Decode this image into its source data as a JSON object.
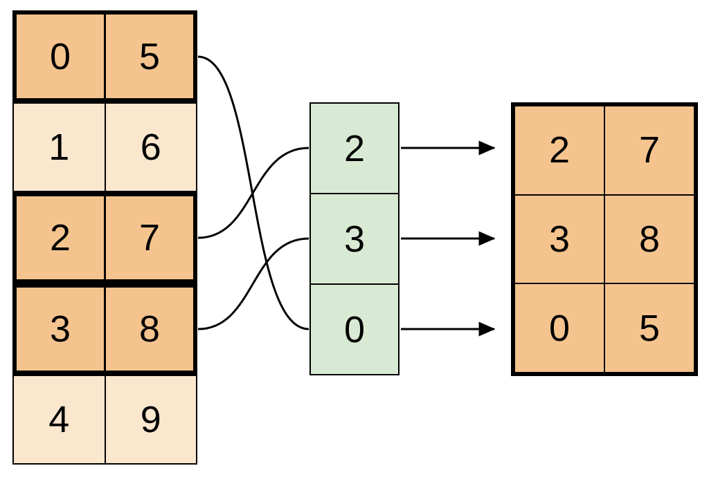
{
  "colors": {
    "highlight_fill": "#F5C48E",
    "light_fill": "#FBE6CE",
    "index_fill": "#D8EAD3",
    "line": "#000000"
  },
  "source_table": {
    "rows": [
      {
        "cells": [
          "0",
          "5"
        ],
        "highlighted": true
      },
      {
        "cells": [
          "1",
          "6"
        ],
        "highlighted": false
      },
      {
        "cells": [
          "2",
          "7"
        ],
        "highlighted": true
      },
      {
        "cells": [
          "3",
          "8"
        ],
        "highlighted": true
      },
      {
        "cells": [
          "4",
          "9"
        ],
        "highlighted": false
      }
    ]
  },
  "index_table": {
    "values": [
      "2",
      "3",
      "0"
    ]
  },
  "result_table": {
    "rows": [
      {
        "cells": [
          "2",
          "7"
        ]
      },
      {
        "cells": [
          "3",
          "8"
        ]
      },
      {
        "cells": [
          "0",
          "5"
        ]
      }
    ]
  },
  "connections": {
    "source_to_index": [
      {
        "source_row": 0,
        "index_position": 2
      },
      {
        "source_row": 2,
        "index_position": 0
      },
      {
        "source_row": 3,
        "index_position": 1
      }
    ],
    "index_to_result": [
      {
        "index_position": 0,
        "result_row": 0
      },
      {
        "index_position": 1,
        "result_row": 1
      },
      {
        "index_position": 2,
        "result_row": 2
      }
    ]
  }
}
